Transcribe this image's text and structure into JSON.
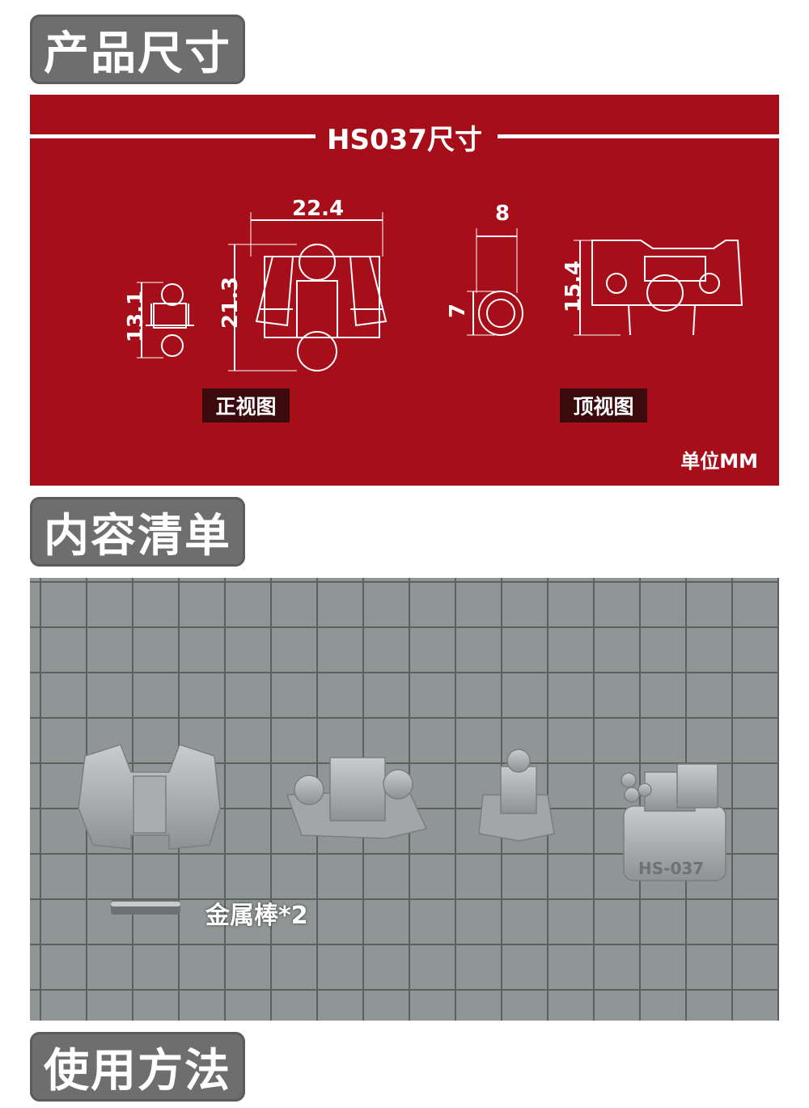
{
  "sections": {
    "size_title": "产品尺寸",
    "contents_title": "内容清单",
    "usage_title": "使用方法"
  },
  "dimensions": {
    "title": "HS037尺寸",
    "front_view_label": "正视图",
    "top_view_label": "顶视图",
    "unit": "单位MM",
    "measurements": {
      "front_width": "22.4",
      "front_height": "21.3",
      "side_height": "13.1",
      "top_small_width": "8",
      "top_small_height": "7",
      "top_height": "15.4"
    }
  },
  "contents": {
    "metal_rod_label": "金属棒*2",
    "plate_text": "HS-037"
  },
  "colors": {
    "tab_gray": "#6e6e6e",
    "panel_red": "#a60f1a",
    "label_dark": "#3a0a0d",
    "part_gray": "#b5b9ba"
  }
}
